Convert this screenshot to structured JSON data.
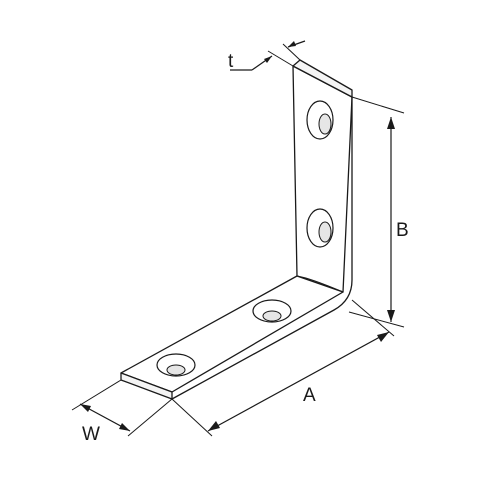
{
  "diagram": {
    "labels": {
      "thickness": "t",
      "width": "W",
      "length_a": "A",
      "length_b": "B"
    }
  }
}
